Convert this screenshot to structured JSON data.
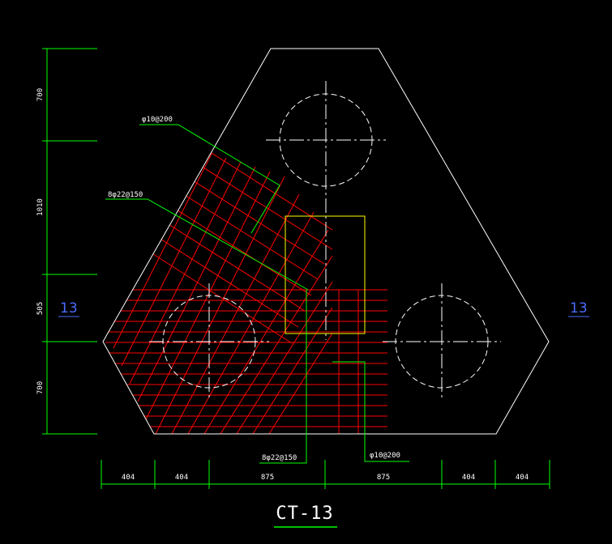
{
  "drawing": {
    "title": "CT-13",
    "section_marks": [
      "13",
      "13"
    ],
    "dim_vertical": [
      "700",
      "1010",
      "505",
      "700"
    ],
    "dim_horizontal": [
      "404",
      "404",
      "875",
      "875",
      "404",
      "404"
    ],
    "callouts": [
      "φ10@200",
      "8φ22@150",
      "8φ22@150",
      "φ10@200"
    ]
  },
  "colors": {
    "outline": "#ffffff",
    "dimension": "#00ff00",
    "rebar": "#ff0000",
    "column": "#ffff00",
    "section_mark": "#4a6cff"
  }
}
